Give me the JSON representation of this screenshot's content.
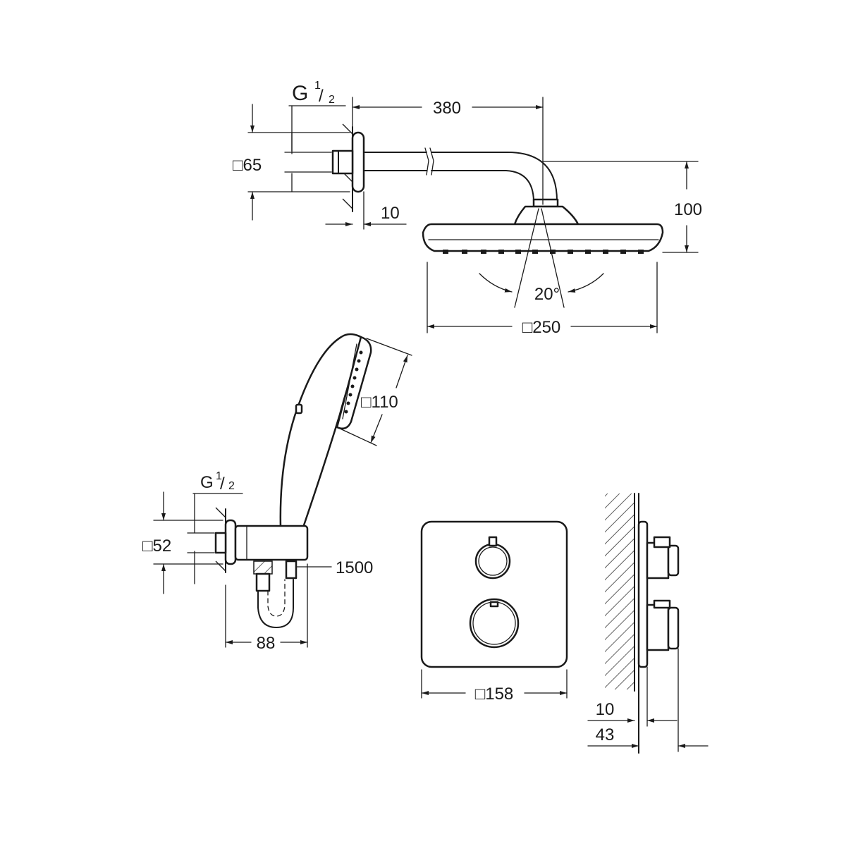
{
  "overhead_shower": {
    "thread_label_main": "G",
    "thread_label_num": "1",
    "thread_label_den": "2",
    "arm_length": "380",
    "flange_square": "□65",
    "wall_gap": "10",
    "head_height": "100",
    "swivel_angle": "20°",
    "head_size": "□250"
  },
  "hand_shower": {
    "head_size": "□110",
    "thread_label_main": "G",
    "thread_label_num": "1",
    "thread_label_den": "2",
    "outlet_square": "□52",
    "hose_length": "1500",
    "holder_depth": "88"
  },
  "thermostat": {
    "plate_size": "□158",
    "plate_gap": "10",
    "projection": "43"
  },
  "colors": {
    "line": "#1a1a1a",
    "background": "#ffffff"
  }
}
